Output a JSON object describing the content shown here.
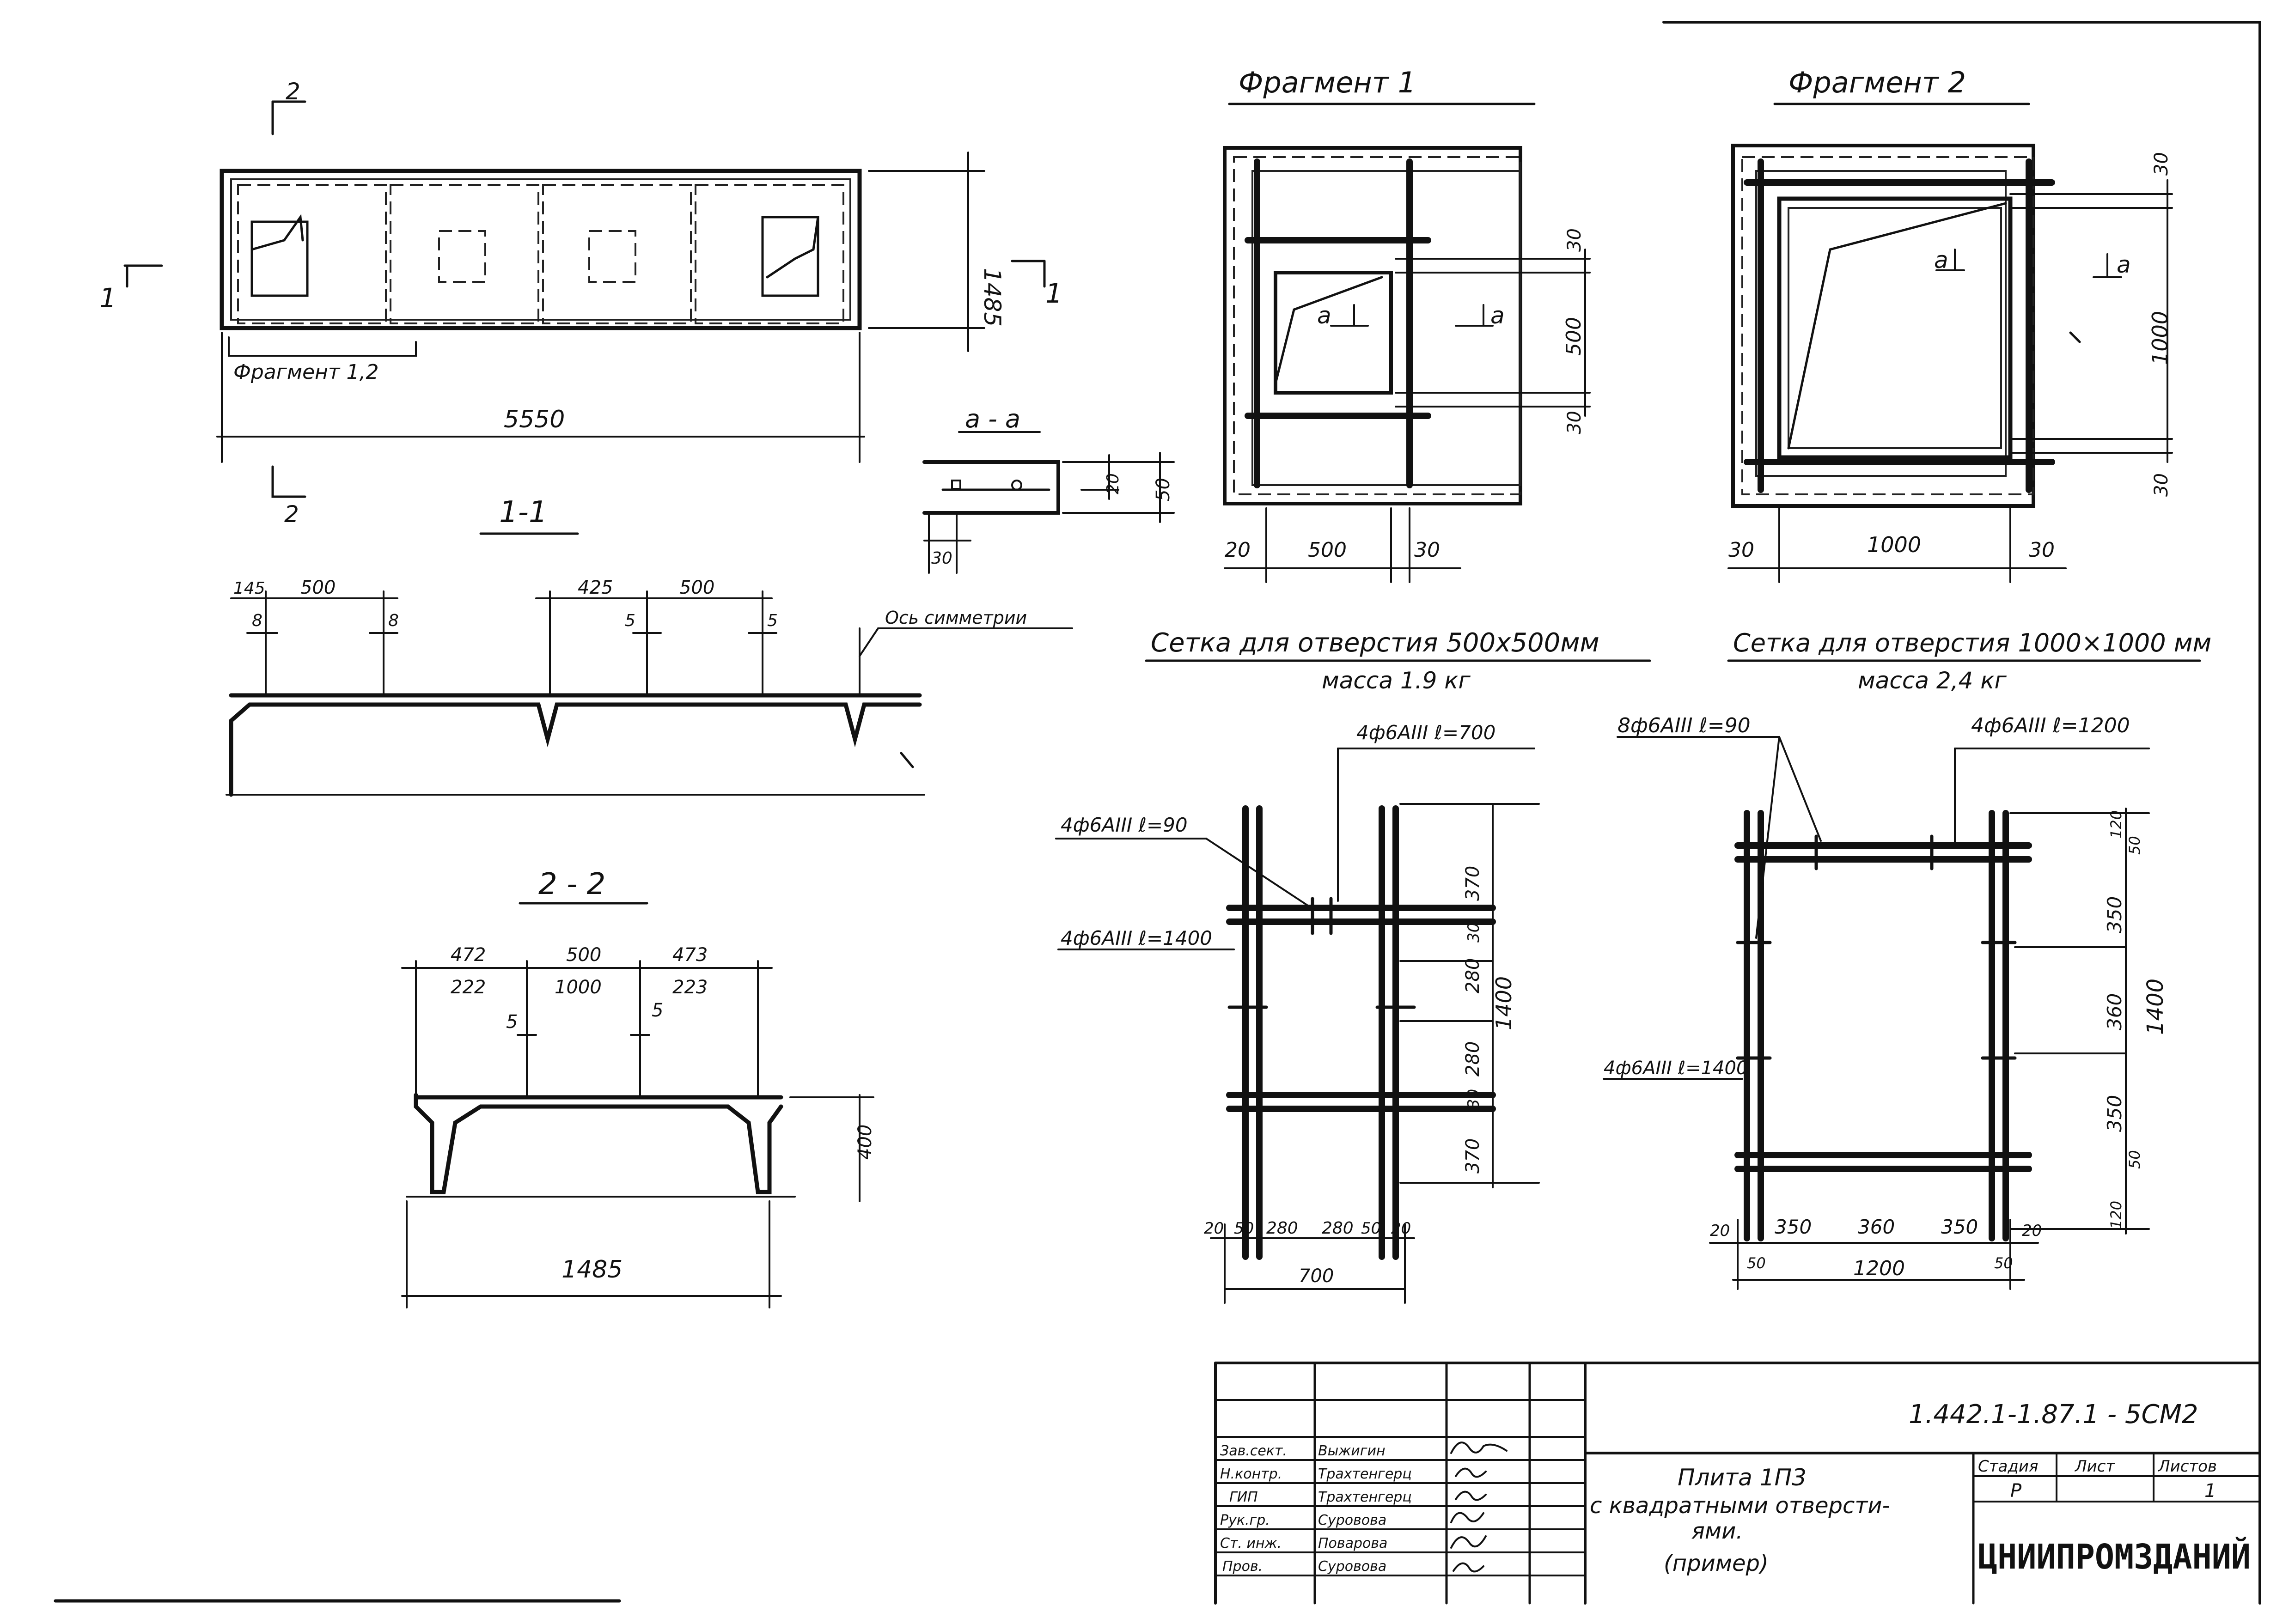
{
  "plan": {
    "section_marks": {
      "left": "1",
      "right": "1",
      "top": "2",
      "bottom": "2"
    },
    "width_dim": "5550",
    "height_dim": "1485",
    "fragment_leader": "Фрагмент 1,2"
  },
  "section_1_1": {
    "title": "1-1",
    "dims": [
      "145",
      "500",
      "425",
      "500"
    ],
    "small_dims": [
      "8",
      "8",
      "5",
      "5"
    ],
    "axis_note": "Ось симметрии"
  },
  "section_a_a": {
    "title": "a - a",
    "dims": [
      "20",
      "50",
      "30"
    ]
  },
  "section_2_2": {
    "title": "2 - 2",
    "top_dims": [
      "472",
      "500",
      "473"
    ],
    "bottom_dims": [
      "222",
      "1000",
      "223"
    ],
    "small_dims": [
      "5",
      "5"
    ],
    "height_dim": "400",
    "width_dim": "1485"
  },
  "fragment1": {
    "title": "Фрагмент 1",
    "cut_label": "a",
    "dims_right": [
      "30",
      "500",
      "30"
    ],
    "dims_bottom": [
      "20",
      "500",
      "30"
    ],
    "caption": "Сетка для отверстия 500х500мм",
    "mass": "масса 1.9 кг"
  },
  "fragment2": {
    "title": "Фрагмент 2",
    "cut_label": "a",
    "dims_right": [
      "30",
      "1000",
      "30"
    ],
    "dims_bottom": [
      "30",
      "1000",
      "30"
    ],
    "caption": "Сетка для отверстия 1000×1000 мм",
    "mass": "масса 2,4 кг"
  },
  "mesh1": {
    "labels": [
      "4ф6АIII ℓ=700",
      "4ф6АIII ℓ=90",
      "4ф6АIII ℓ=1400"
    ],
    "dims_right": [
      "370",
      "280",
      "280",
      "370"
    ],
    "dims_right_small": [
      "30",
      "30"
    ],
    "total": "1400",
    "dims_bottom": [
      "20",
      "50",
      "280",
      "280",
      "50",
      "20"
    ],
    "width": "700"
  },
  "mesh2": {
    "labels": [
      "8ф6АIII ℓ=90",
      "4ф6АIII ℓ=1200",
      "4ф6АIII ℓ=1400"
    ],
    "dims_right": [
      "120",
      "350",
      "360",
      "350",
      "120"
    ],
    "dims_right_small": [
      "50",
      "50"
    ],
    "total": "1400",
    "dims_bottom": [
      "20",
      "350",
      "360",
      "350",
      "20"
    ],
    "dims_bottom_small": [
      "50",
      "50"
    ],
    "width": "1200"
  },
  "title_block": {
    "code": "1.442.1-1.87.1 - 5СМ2",
    "roles": [
      "Зав.сект.",
      "Н.контр.",
      "ГИП",
      "Рук.гр.",
      "Ст. инж.",
      "Пров."
    ],
    "names": [
      "Выжигин",
      "Трахтенгерц",
      "Трахтенгерц",
      "Суровова",
      "Поварова",
      "Суровова"
    ],
    "doc_title_1": "Плита 1П3",
    "doc_title_2": "с квадратными отверсти-",
    "doc_title_3": "ями.",
    "doc_title_4": "(пример)",
    "stage_header": "Стадия",
    "sheet_header": "Лист",
    "sheets_header": "Листов",
    "stage": "Р",
    "sheets": "1",
    "org": "ЦНИИПРОМЗДАНИЙ"
  }
}
